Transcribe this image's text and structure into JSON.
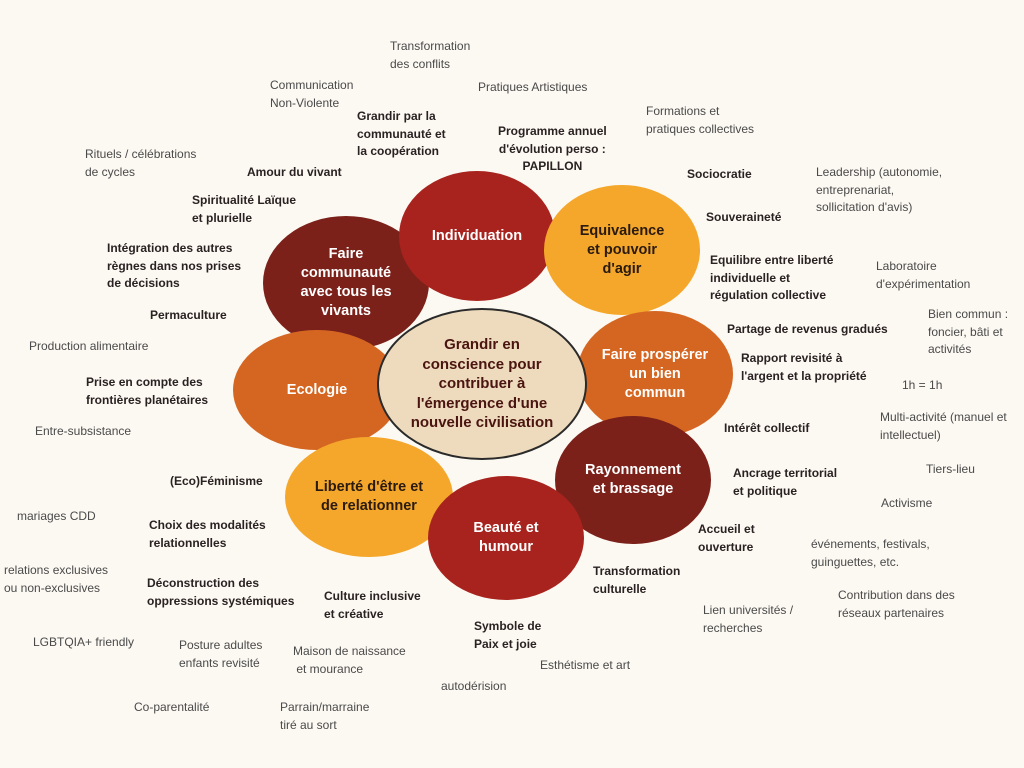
{
  "center": "Grandir en\nconscience pour\ncontribuer à\nl'émergence d'une\nnouvelle civilisation",
  "themes": {
    "individuation": "Individuation",
    "equivalence": "Equivalence\net pouvoir\nd'agir",
    "bien_commun": "Faire prospérer\nun bien\ncommun",
    "rayonnement": "Rayonnement\net brassage",
    "beaute": "Beauté et\nhumour",
    "liberte": "Liberté d'être et\nde relationner",
    "ecologie": "Ecologie",
    "communaute": "Faire\ncommunauté\navec tous les\nvivants"
  },
  "colors": {
    "dark": "#7b2119",
    "red": "#a8231e",
    "orange": "#d56621",
    "yellow": "#f4a72a",
    "center": "#eedbbd",
    "background": "#fcf8f2"
  },
  "labels": [
    "Transformation\ndes conflits",
    "Communication\nNon-Violente",
    "Pratiques Artistiques",
    "Grandir par la\ncommunauté et\nla coopération",
    "Programme annuel\nd'évolution perso :\nPAPILLON",
    "Formations et\npratiques collectives",
    "Rituels / célébrations\nde cycles",
    "Amour du vivant",
    "Sociocratie",
    "Leadership (autonomie,\nentreprenariat,\nsollicitation d'avis)",
    "Spiritualité Laïque\net plurielle",
    "Souveraineté",
    "Intégration des autres\nrègnes dans nos prises\nde décisions",
    "Equilibre entre liberté\nindividuelle et\nrégulation collective",
    "Laboratoire\nd'expérimentation",
    "Permaculture",
    "Bien commun :\nfoncier, bâti et\nactivités",
    "Partage de revenus gradués",
    "Production alimentaire",
    "Rapport revisité à\nl'argent et la propriété",
    "Prise en compte des\nfrontières planétaires",
    "1h = 1h",
    "Multi-activité (manuel et\nintellectuel)",
    "Entre-subsistance",
    "Intérêt collectif",
    "Tiers-lieu",
    "Ancrage territorial\net politique",
    "(Eco)Féminisme",
    "Activisme",
    "mariages CDD",
    "Choix des modalités\nrelationnelles",
    "Accueil et\nouverture",
    "événements, festivals,\nguinguettes, etc.",
    "relations exclusives\nou non-exclusives",
    "Transformation\nculturelle",
    "Déconstruction des\noppressions systémiques",
    "Culture inclusive\net créative",
    "Contribution dans des\nréseaux partenaires",
    "Lien universités /\nrecherches",
    "Symbole de\nPaix et joie",
    "LGBTQIA+ friendly",
    "Posture adultes\nenfants revisité",
    "Maison de naissance\n et mourance",
    "Esthétisme et art",
    "autodérision",
    "Co-parentalité",
    "Parrain/marraine\ntiré au sort"
  ]
}
